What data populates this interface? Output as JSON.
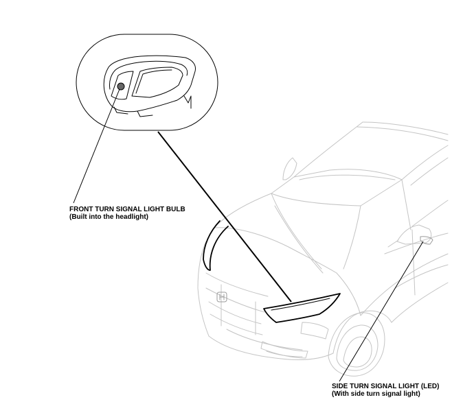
{
  "callouts": {
    "front_turn_signal": {
      "line1": "FRONT TURN SIGNAL LIGHT BULB",
      "line2": "(Built into the headlight)"
    },
    "side_turn_signal": {
      "line1": "SIDE TURN SIGNAL LIGHT (LED)",
      "line2": "(With side turn signal light)"
    }
  },
  "icons": {
    "vehicle": "suv-front-three-quarter-line-art",
    "detail": "headlight-assembly-detail",
    "brand": "honda-emblem-icon"
  },
  "colors": {
    "lines": "#000000",
    "vehicle_outline": "#c4c4c4",
    "background": "#ffffff"
  }
}
